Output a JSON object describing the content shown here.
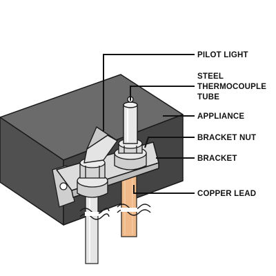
{
  "labels": {
    "pilot_light": "PILOT LIGHT",
    "thermocouple_line1": "STEEL",
    "thermocouple_line2": "THERMOCOUPLE",
    "thermocouple_line3": "TUBE",
    "appliance": "APPLIANCE",
    "bracket_nut": "BRACKET NUT",
    "bracket": "BRACKET",
    "copper_lead": "COPPER LEAD"
  },
  "colors": {
    "appliance_top": "#6b6b6b",
    "appliance_front": "#505050",
    "metal": "#d9d9d9",
    "copper": "#f0b98a",
    "outline": "#1a1a1a"
  }
}
